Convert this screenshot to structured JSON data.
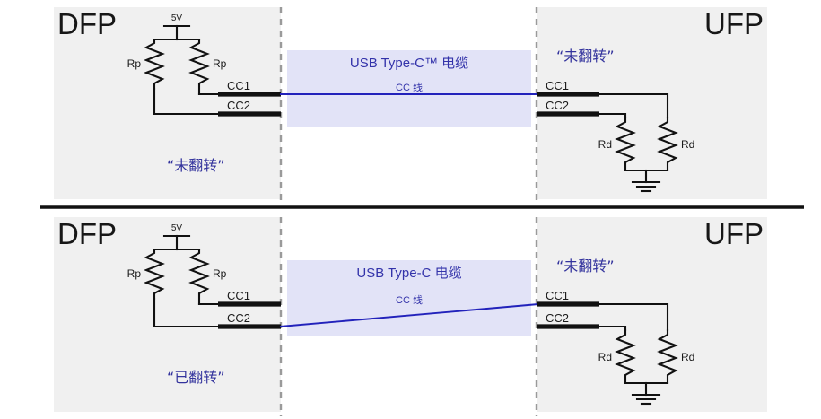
{
  "figure": {
    "title_roles": {
      "dfp": "DFP",
      "ufp": "UFP"
    },
    "colors": {
      "panel_bg": "#f0f0f0",
      "cable_band": "#e2e3f7",
      "cc_wire": "#2222bb",
      "accent_text": "#3333aa",
      "flip_text": "#33339d",
      "wire": "#111111",
      "dashed_separator": "#9a9a9a",
      "page_bg": "#ffffff"
    }
  },
  "panels": [
    {
      "id": "top",
      "dfp": {
        "role_label": "DFP",
        "supply_label": "5V",
        "resistor_left_label": "Rp",
        "resistor_right_label": "Rp",
        "port_cc1": "CC1",
        "port_cc2": "CC2",
        "orientation_note": "“未翻转”"
      },
      "cable": {
        "title": "USB Type-C™ 电缆",
        "wire_label": "CC 线",
        "routing": "straight",
        "from_pin": "CC1",
        "to_pin": "CC1"
      },
      "ufp": {
        "role_label": "UFP",
        "orientation_note": "“未翻转”",
        "port_cc1": "CC1",
        "port_cc2": "CC2",
        "resistor_left_label": "Rd",
        "resistor_right_label": "Rd",
        "ground": "ground-symbol"
      }
    },
    {
      "id": "bottom",
      "dfp": {
        "role_label": "DFP",
        "supply_label": "5V",
        "resistor_left_label": "Rp",
        "resistor_right_label": "Rp",
        "port_cc1": "CC1",
        "port_cc2": "CC2",
        "orientation_note": "“已翻转”"
      },
      "cable": {
        "title": "USB Type-C 电缆",
        "wire_label": "CC 线",
        "routing": "crossed",
        "from_pin": "CC2",
        "to_pin": "CC1"
      },
      "ufp": {
        "role_label": "UFP",
        "orientation_note": "“未翻转”",
        "port_cc1": "CC1",
        "port_cc2": "CC2",
        "resistor_left_label": "Rd",
        "resistor_right_label": "Rd",
        "ground": "ground-symbol"
      }
    }
  ]
}
